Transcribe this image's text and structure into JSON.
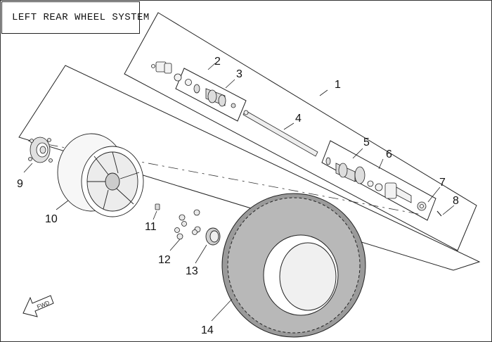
{
  "title": "LEFT REAR WHEEL SYSTEM",
  "callouts": {
    "n1": "1",
    "n2": "2",
    "n3": "3",
    "n4": "4",
    "n5": "5",
    "n6": "6",
    "n7": "7",
    "n8": "8",
    "n9": "9",
    "n10": "10",
    "n11": "11",
    "n12": "12",
    "n13": "13",
    "n14": "14"
  },
  "arrow_label": "FWD"
}
